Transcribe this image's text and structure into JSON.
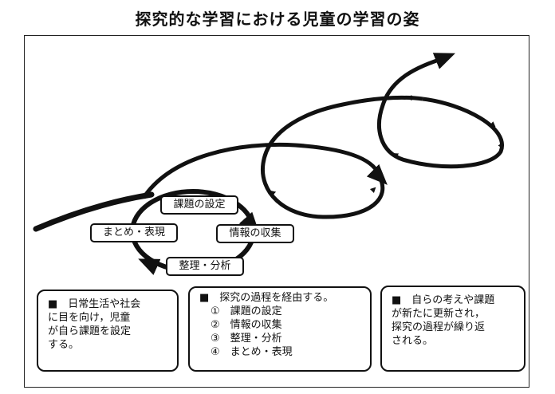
{
  "title": "探究的な学習における児童の学習の姿",
  "stages": [
    "課題の設定",
    "情報の収集",
    "整理・分析",
    "まとめ・表現"
  ],
  "notes": {
    "left": [
      "■　日常生活や社会",
      "に目を向け，児童",
      "が自ら課題を設定",
      "する。"
    ],
    "middle": [
      "■　探究の過程を経由する。",
      "①　課題の設定",
      "②　情報の収集",
      "③　整理・分析",
      "④　まとめ・表現"
    ],
    "right": [
      "■　自らの考えや課題",
      "が新たに更新され，",
      "探究の過程が繰り返",
      "される。"
    ]
  }
}
